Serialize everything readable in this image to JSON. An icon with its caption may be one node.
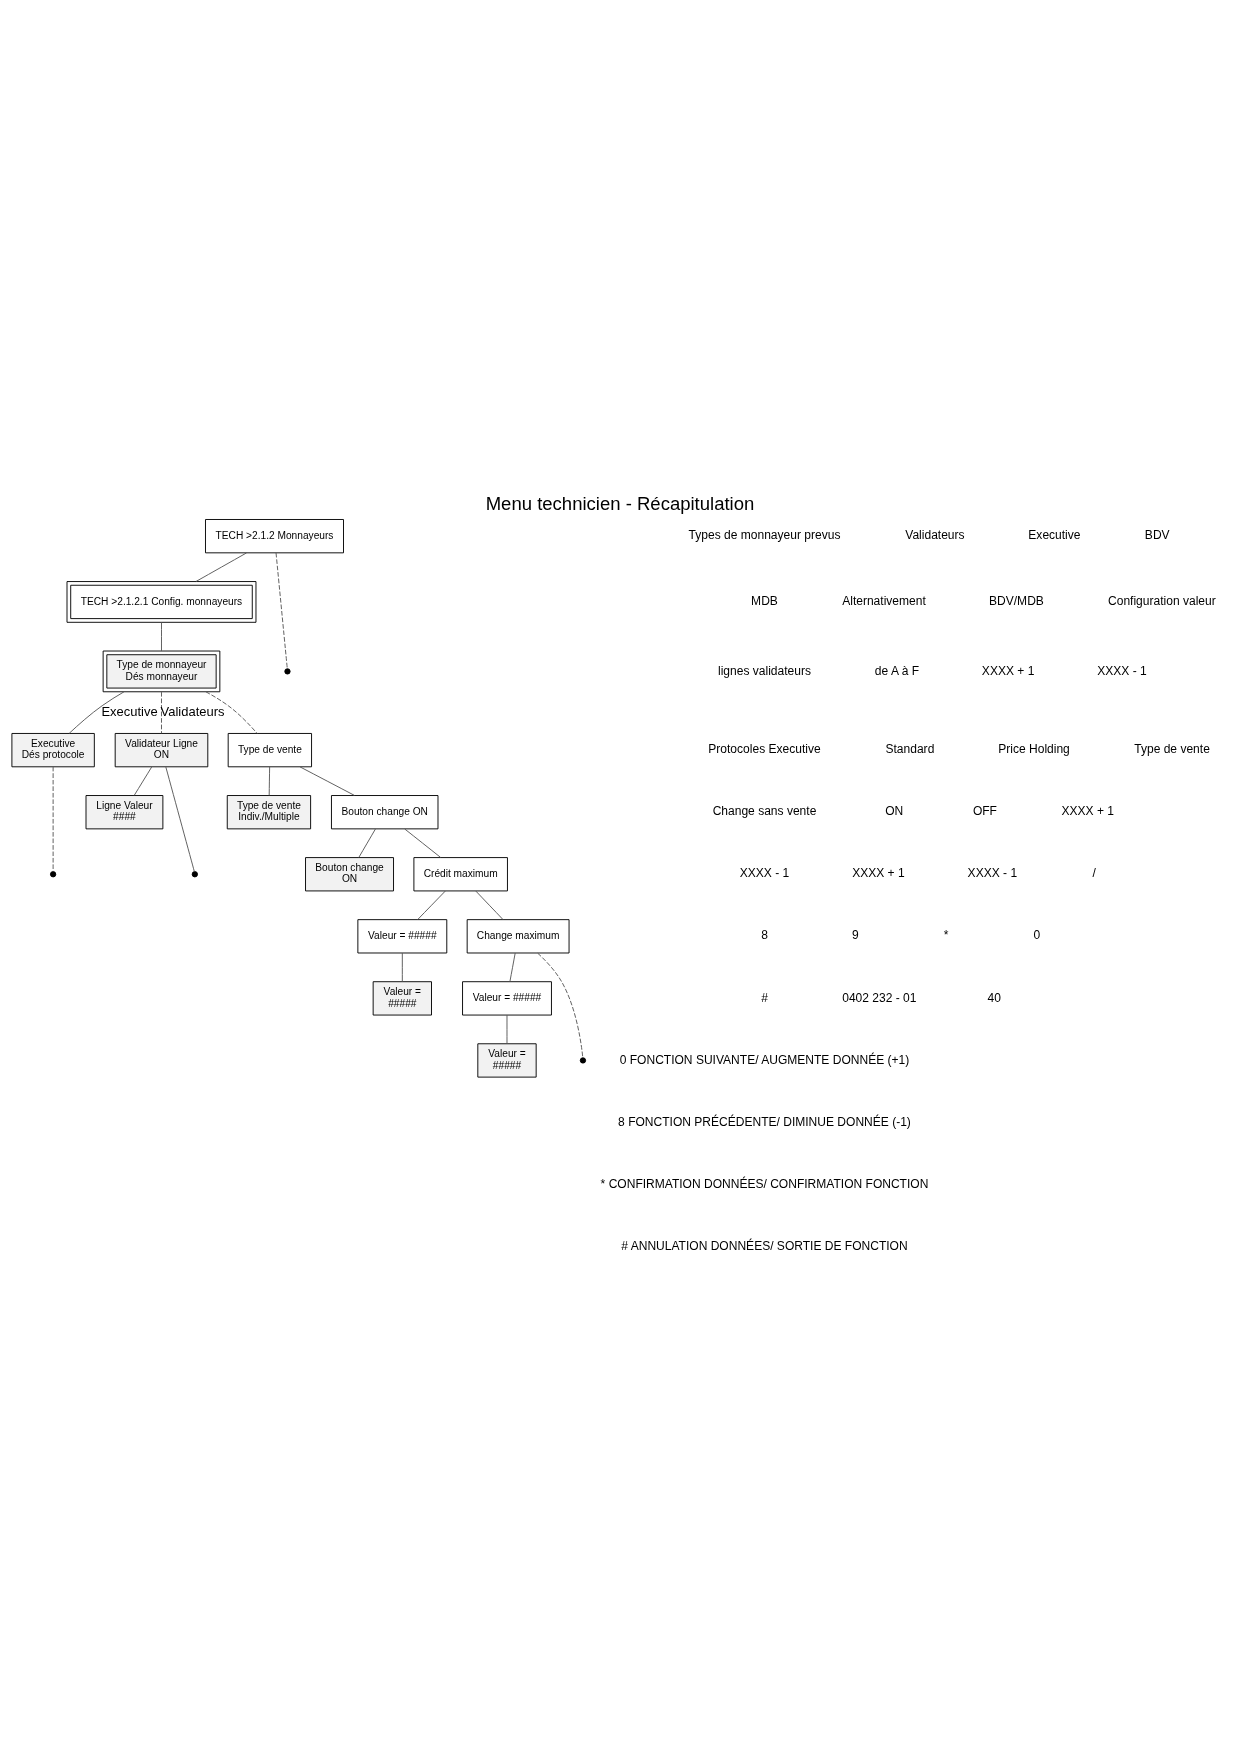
{
  "diagram": {
    "title": "Menu technicien - Récapitulation",
    "nodes": [
      {
        "text": [
          "TECH >2.1.2 Monnayeurs"
        ]
      },
      {
        "text": [
          "TECH >2.1.2.1 Config. monnayeurs"
        ]
      },
      {
        "text": [
          "Type de monnayeur",
          "Dés monnayeur"
        ]
      },
      {
        "text": [
          "Executive",
          "Dés protocole"
        ]
      },
      {
        "text": [
          "Validateur Ligne",
          "ON"
        ]
      },
      {
        "text": [
          "Ligne Valeur",
          "####"
        ]
      },
      {
        "text": [
          "Type de vente"
        ]
      },
      {
        "text": [
          "Type de vente",
          "Indiv./Multiple"
        ]
      },
      {
        "text": [
          "Bouton change ON"
        ]
      },
      {
        "text": [
          "Bouton change",
          "ON"
        ]
      },
      {
        "text": [
          "Crédit maximum"
        ]
      },
      {
        "text": [
          "Valeur = #####"
        ]
      },
      {
        "text": [
          "Valeur =",
          "#####"
        ]
      },
      {
        "text": [
          "Change maximum"
        ]
      },
      {
        "text": [
          "Valeur = #####"
        ]
      },
      {
        "text": [
          "Valeur =",
          "#####"
        ]
      }
    ],
    "edges": [
      {
        "from": 0,
        "to": 1,
        "arrow": "none"
      },
      {
        "from": 0,
        "to": null,
        "arrow": "none",
        "style": "dashed"
      },
      {
        "from": 1,
        "to": 2,
        "arrow": "none"
      },
      {
        "from": 2,
        "to": 3,
        "arrow": "none",
        "label": "Executive"
      },
      {
        "from": 2,
        "to": 4,
        "arrow": "none",
        "label": "Validateurs",
        "style": "dashed"
      },
      {
        "from": 2,
        "to": 6,
        "arrow": "none",
        "style": "dashed"
      },
      {
        "from": 3,
        "to": null,
        "arrow": "none",
        "style": "dashed"
      },
      {
        "from": 4,
        "to": null,
        "arrow": "none"
      },
      {
        "from": 4,
        "to": 5,
        "arrow": "none"
      },
      {
        "from": 6,
        "to": 7,
        "arrow": "none"
      },
      {
        "from": 6,
        "to": 8,
        "arrow": "none"
      },
      {
        "from": 8,
        "to": 9,
        "arrow": "none"
      },
      {
        "from": 8,
        "to": 10,
        "arrow": "none"
      },
      {
        "from": 10,
        "to": 11,
        "arrow": "none"
      },
      {
        "from": 11,
        "to": 12,
        "arrow": "none"
      },
      {
        "from": 10,
        "to": 13,
        "arrow": "none"
      },
      {
        "from": 13,
        "to": 14,
        "arrow": "none"
      },
      {
        "from": 14,
        "to": 15,
        "arrow": "none"
      },
      {
        "from": 13,
        "to": null,
        "arrow": "none",
        "style": "dashed"
      }
    ],
    "labels": [
      "Types de monnayeur prevus",
      "Validateurs",
      "Executive",
      "BDV",
      "MDB",
      "Alternativement",
      "BDV/MDB",
      "Configuration valeur",
      "lignes validateurs",
      "de A à F",
      "XXXX + 1",
      "XXXX - 1",
      "Protocoles Executive",
      "Standard",
      "Price Holding",
      "Type de vente",
      "Change sans vente",
      "ON",
      "OFF",
      "XXXX + 1",
      "XXXX - 1",
      "XXXX + 1",
      "XXXX - 1",
      "/",
      "8",
      "9",
      "*",
      "0",
      "#",
      "0402 232 - 01",
      "40"
    ],
    "legend": [
      {
        "text": "0 FONCTION SUIVANTE/ AUGMENTE DONNÉE (+1)"
      },
      {
        "text": "8 FONCTION PRÉCÉDENTE/ DIMINUE DONNÉE (-1)"
      },
      {
        "text": "* CONFIRMATION DONNÉES/ CONFIRMATION FONCTION"
      },
      {
        "text": "# ANNULATION DONNÉES/ SORTIE DE FONCTION"
      }
    ]
  }
}
